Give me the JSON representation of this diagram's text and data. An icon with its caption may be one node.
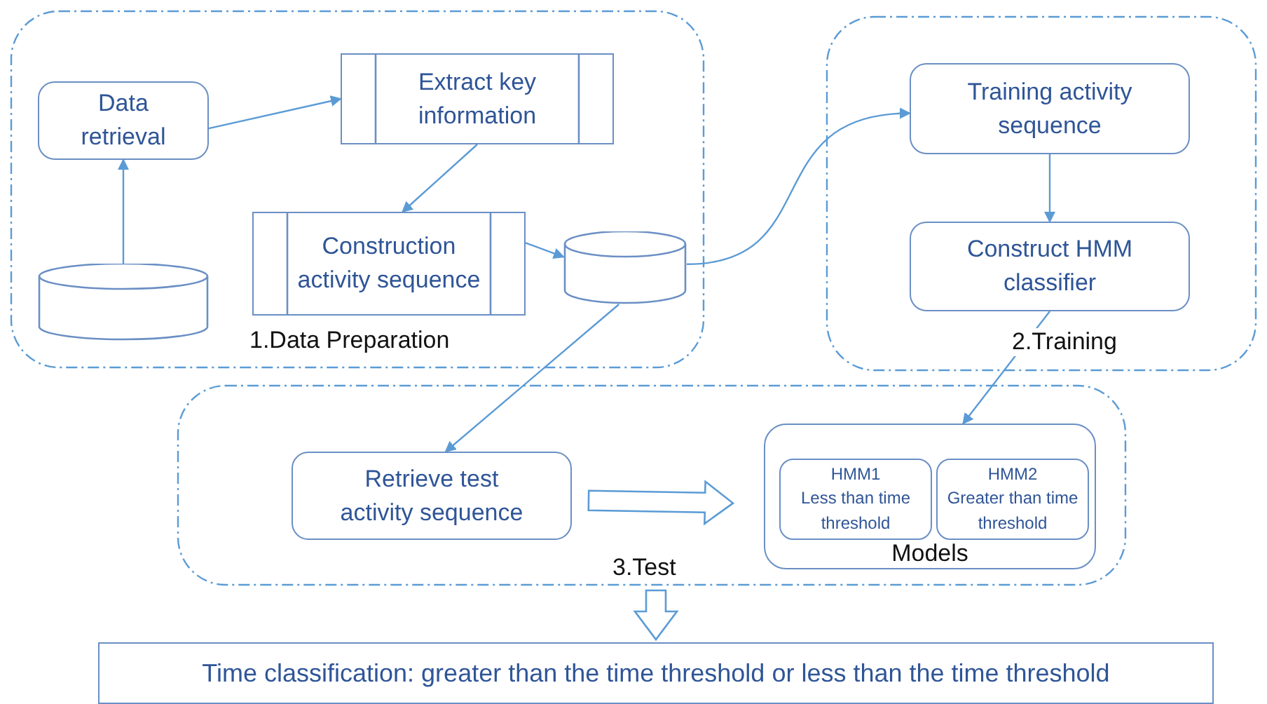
{
  "diagram": {
    "nodes": [
      {
        "text": [
          "1.Data Preparation"
        ]
      },
      {
        "text": [
          "Data retrieval"
        ],
        "in": 0
      },
      {
        "text": [
          "Extract key information"
        ],
        "in": 0
      },
      {
        "text": [],
        "shape": "cylinder",
        "in": 0
      },
      {
        "text": [
          "Construction activity sequence"
        ],
        "in": 0
      },
      {
        "text": [],
        "shape": "cylinder",
        "in": 0
      },
      {
        "text": [
          "2.Training"
        ]
      },
      {
        "text": [
          "Training activity sequence"
        ],
        "in": 6
      },
      {
        "text": [
          "Construct HMM classifier"
        ],
        "in": 6
      },
      {
        "text": [
          "3.Test"
        ]
      },
      {
        "text": [
          "Retrieve test activity sequence"
        ],
        "in": 9
      },
      {
        "text": [
          "Models"
        ],
        "in": 9
      },
      {
        "text": [
          "HMM1",
          "Less than time threshold"
        ],
        "in": 11
      },
      {
        "text": [
          "HMM2",
          "Greater than time threshold"
        ],
        "in": 11
      },
      {
        "text": [
          "Time classification: greater than the time threshold or less than the time threshold"
        ]
      }
    ],
    "edges": [
      {
        "from": 3,
        "to": 1,
        "arrow": "to"
      },
      {
        "from": 1,
        "to": 2,
        "arrow": "to"
      },
      {
        "from": 2,
        "to": 4,
        "arrow": "to"
      },
      {
        "from": 4,
        "to": 5,
        "arrow": "to"
      },
      {
        "from": 5,
        "to": 7,
        "arrow": "to"
      },
      {
        "from": 7,
        "to": 8,
        "arrow": "to"
      },
      {
        "from": 5,
        "to": 10,
        "arrow": "to"
      },
      {
        "from": 8,
        "to": 11,
        "arrow": "to"
      },
      {
        "from": 10,
        "to": 11,
        "arrow": "to",
        "style": "thick"
      },
      {
        "from": 9,
        "to": 14,
        "arrow": "to",
        "style": "thick"
      }
    ]
  }
}
